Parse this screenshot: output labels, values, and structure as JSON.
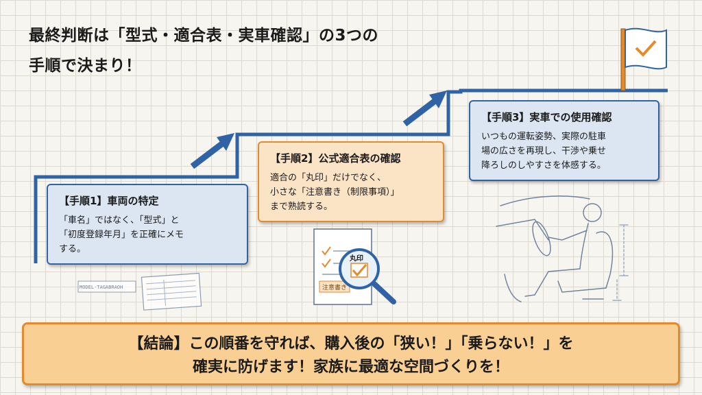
{
  "title": {
    "line1": "最終判断は「型式・適合表・実車確認」の3つの",
    "line2": "手順で決まり！"
  },
  "steps": [
    {
      "title": "【手順1】車両の特定",
      "lines": [
        "「車名」ではなく、「型式」と",
        "「初度登録年月」を正確にメモ",
        "する。"
      ]
    },
    {
      "title": "【手順2】公式適合表の確認",
      "lines": [
        "適合の「丸印」だけでなく、",
        "小さな「注意書き（制限事項）」",
        "まで熟読する。"
      ]
    },
    {
      "title": "【手順3】実車での使用確認",
      "lines": [
        "いつもの運転姿勢、実際の駐車",
        "場の広さを再現し、干渉や乗せ",
        "降ろしのしやすさを体感する。"
      ]
    }
  ],
  "illustrations": {
    "model_label": "MODEL-TAGABRAOH",
    "stamp_label": "丸印",
    "note_label": "注意書き"
  },
  "conclusion": {
    "line1": "【結論】この順番を守れば、購入後の「狭い！」「乗らない！」を",
    "line2": "確実に防げます！家族に最適な空間づくりを！"
  },
  "colors": {
    "blue": "#2f63a6",
    "orange": "#e38a2c",
    "blue_fill": "#dbe6f2",
    "orange_fill": "#fbe3c6",
    "conclusion_fill": "#f9cf94"
  },
  "icons": [
    "flag-icon",
    "checkmark-icon",
    "arrow-up-right-icon",
    "magnifier-icon",
    "document-icon",
    "car-driver-icon"
  ]
}
